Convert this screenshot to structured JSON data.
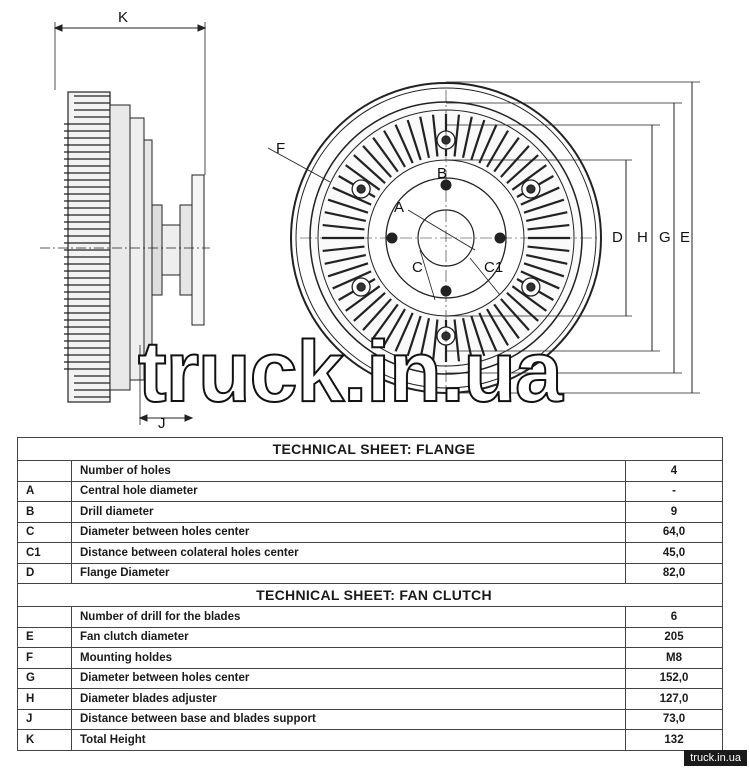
{
  "dimension_labels": {
    "k": "K",
    "j": "J",
    "f": "F",
    "a": "A",
    "b": "B",
    "c": "C",
    "c1": "C1",
    "d": "D",
    "h": "H",
    "g": "G",
    "e": "E"
  },
  "watermark": "truck.in.ua",
  "flange": {
    "title": "TECHNICAL SHEET: FLANGE",
    "rows": [
      {
        "code": "",
        "label": "Number of holes",
        "value": "4"
      },
      {
        "code": "A",
        "label": "Central hole diameter",
        "value": "-"
      },
      {
        "code": "B",
        "label": "Drill diameter",
        "value": "9"
      },
      {
        "code": "C",
        "label": "Diameter between holes center",
        "value": "64,0"
      },
      {
        "code": "C1",
        "label": "Distance between colateral holes center",
        "value": "45,0"
      },
      {
        "code": "D",
        "label": "Flange Diameter",
        "value": "82,0"
      }
    ]
  },
  "fan_clutch": {
    "title": "TECHNICAL SHEET: FAN CLUTCH",
    "rows": [
      {
        "code": "",
        "label": "Number of drill for the blades",
        "value": "6"
      },
      {
        "code": "E",
        "label": "Fan clutch diameter",
        "value": "205"
      },
      {
        "code": "F",
        "label": "Mounting holdes",
        "value": "M8"
      },
      {
        "code": "G",
        "label": "Diameter between holes center",
        "value": "152,0"
      },
      {
        "code": "H",
        "label": "Diameter blades adjuster",
        "value": "127,0"
      },
      {
        "code": "J",
        "label": "Distance between base and blades support",
        "value": "73,0"
      },
      {
        "code": "K",
        "label": "Total Height",
        "value": "132"
      }
    ]
  },
  "footer": "truck.in.ua"
}
